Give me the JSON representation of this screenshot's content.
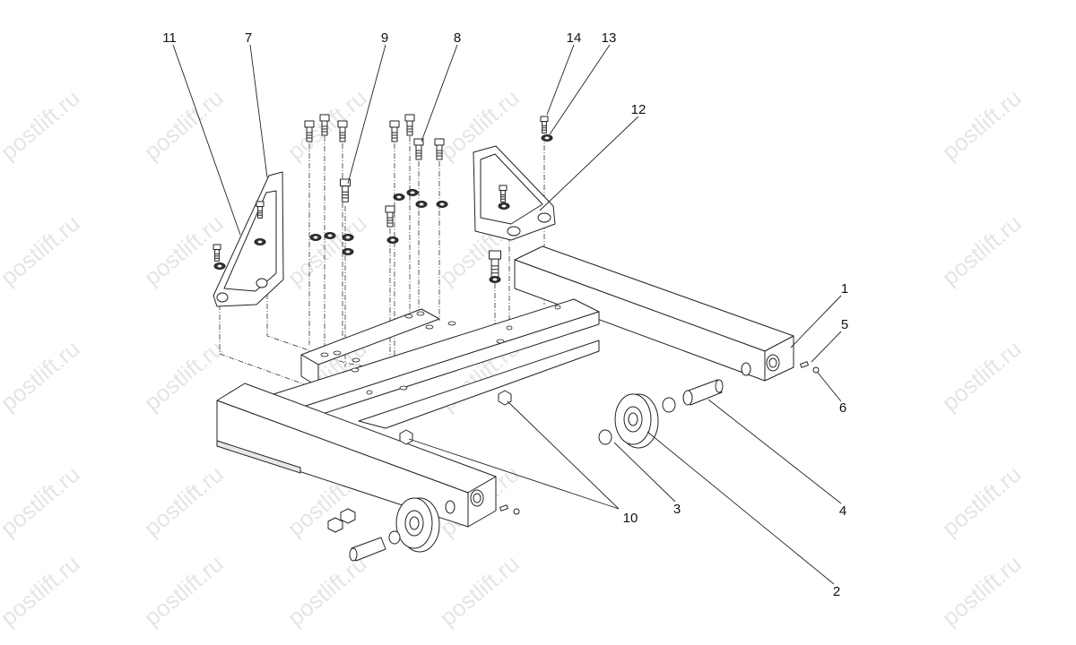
{
  "watermark": "postlift.ru",
  "labels": {
    "l1": "1",
    "l2": "2",
    "l3": "3",
    "l4": "4",
    "l5": "5",
    "l6": "6",
    "l7": "7",
    "l8": "8",
    "l9": "9",
    "l10": "10",
    "l11": "11",
    "l12": "12",
    "l13": "13",
    "l14": "14"
  }
}
